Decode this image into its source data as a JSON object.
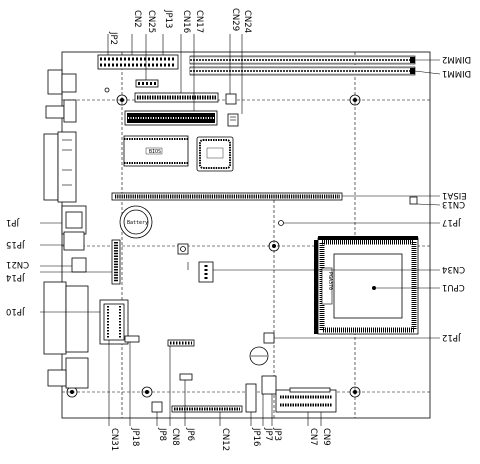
{
  "labels": {
    "top": [
      "JP2",
      "CN2",
      "CN25",
      "JP13",
      "CN16",
      "CN17",
      "CN29",
      "CN24"
    ],
    "bottom": [
      "CN31",
      "JP18",
      "JP8",
      "CN8",
      "JP6",
      "CN12",
      "JP16",
      "JP7",
      "JP3",
      "CN7",
      "CN9"
    ],
    "left": [
      "JP1",
      "JP15",
      "CN21",
      "JP14",
      "JP10"
    ],
    "right": [
      "DIMM2",
      "DIMM1",
      "EISA1",
      "CN13",
      "JP17",
      "CN34",
      "CPU1",
      "JP12"
    ]
  },
  "chips": {
    "bios": "BIOS",
    "battery": "Battery",
    "cpu": "PGA370"
  }
}
